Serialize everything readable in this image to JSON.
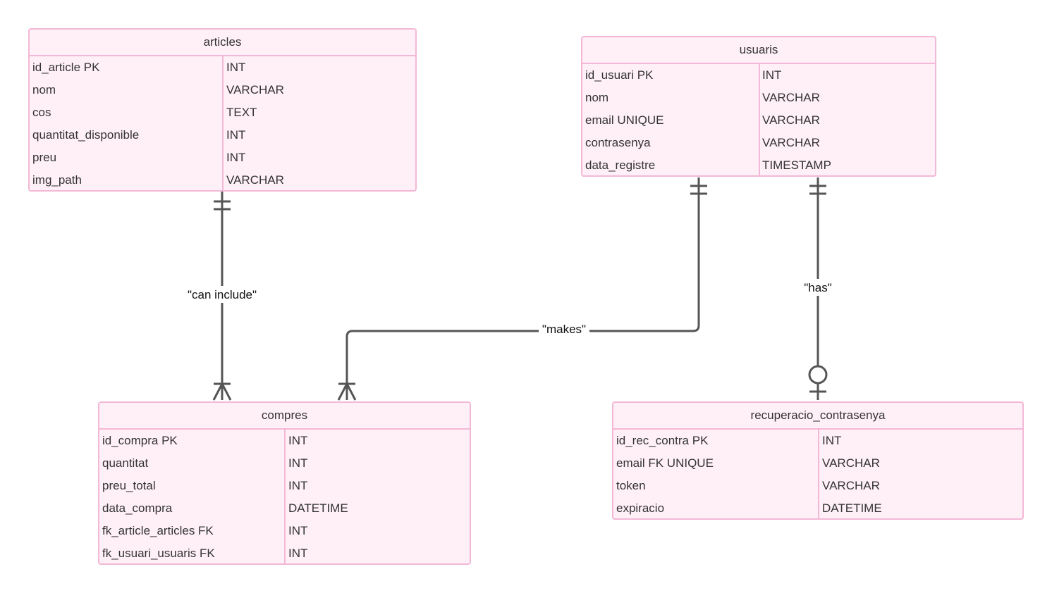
{
  "entities": [
    {
      "id": "articles",
      "title": "articles",
      "columns": [
        {
          "name": "id_article PK",
          "type": "INT"
        },
        {
          "name": "nom",
          "type": "VARCHAR"
        },
        {
          "name": "cos",
          "type": "TEXT"
        },
        {
          "name": "quantitat_disponible",
          "type": "INT"
        },
        {
          "name": "preu",
          "type": "INT"
        },
        {
          "name": "img_path",
          "type": "VARCHAR"
        }
      ]
    },
    {
      "id": "usuaris",
      "title": "usuaris",
      "columns": [
        {
          "name": "id_usuari PK",
          "type": "INT"
        },
        {
          "name": "nom",
          "type": "VARCHAR"
        },
        {
          "name": "email UNIQUE",
          "type": "VARCHAR"
        },
        {
          "name": "contrasenya",
          "type": "VARCHAR"
        },
        {
          "name": "data_registre",
          "type": "TIMESTAMP"
        }
      ]
    },
    {
      "id": "compres",
      "title": "compres",
      "columns": [
        {
          "name": "id_compra PK",
          "type": "INT"
        },
        {
          "name": "quantitat",
          "type": "INT"
        },
        {
          "name": "preu_total",
          "type": "INT"
        },
        {
          "name": "data_compra",
          "type": "DATETIME"
        },
        {
          "name": "fk_article_articles FK",
          "type": "INT"
        },
        {
          "name": "fk_usuari_usuaris FK",
          "type": "INT"
        }
      ]
    },
    {
      "id": "recuperacio_contrasenya",
      "title": "recuperacio_contrasenya",
      "columns": [
        {
          "name": "id_rec_contra PK",
          "type": "INT"
        },
        {
          "name": "email FK UNIQUE",
          "type": "VARCHAR"
        },
        {
          "name": "token",
          "type": "VARCHAR"
        },
        {
          "name": "expiracio",
          "type": "DATETIME"
        }
      ]
    }
  ],
  "relationships": [
    {
      "id": "can-include",
      "label": "\"can include\"",
      "from": "articles",
      "to": "compres",
      "from_cardinality": "one-and-only-one",
      "to_cardinality": "one-or-many"
    },
    {
      "id": "makes",
      "label": "\"makes\"",
      "from": "usuaris",
      "to": "compres",
      "from_cardinality": "one-and-only-one",
      "to_cardinality": "one-or-many"
    },
    {
      "id": "has",
      "label": "\"has\"",
      "from": "usuaris",
      "to": "recuperacio_contrasenya",
      "from_cardinality": "one-and-only-one",
      "to_cardinality": "zero-or-one"
    }
  ],
  "colors": {
    "entity_border": "#f3b8d6",
    "entity_fill": "#fff0f8",
    "connector": "#555555",
    "text": "#333333"
  }
}
